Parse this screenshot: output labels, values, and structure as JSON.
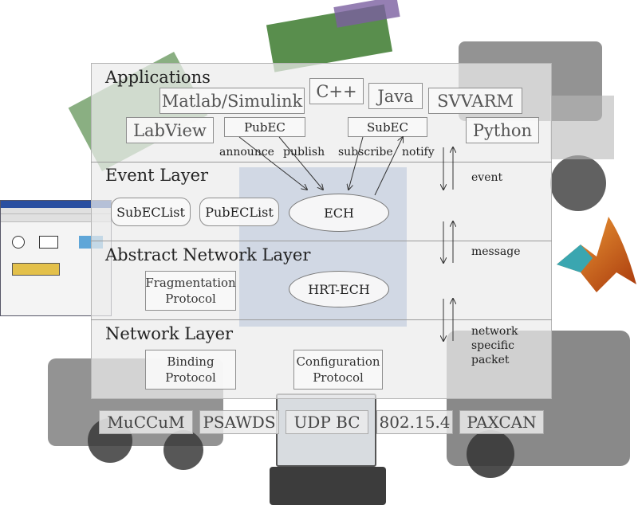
{
  "layers": {
    "applications": "Applications",
    "event": "Event Layer",
    "abstract_network": "Abstract Network Layer",
    "network": "Network Layer"
  },
  "applications": {
    "matlab": "Matlab/Simulink",
    "cpp": "C++",
    "java": "Java",
    "svvarm": "SVVARM",
    "labview": "LabView",
    "pubec": "PubEC",
    "subec": "SubEC",
    "python": "Python"
  },
  "arrow_labels": {
    "announce": "announce",
    "publish": "publish",
    "subscribe": "subscribe",
    "notify": "notify"
  },
  "event_layer": {
    "subeclist": "SubECList",
    "pubeclist": "PubECList",
    "ech": "ECH"
  },
  "abstract_layer": {
    "fragmentation_1": "Fragmentation",
    "fragmentation_2": "Protocol",
    "hrt_ech": "HRT-ECH"
  },
  "network_layer": {
    "binding_1": "Binding",
    "binding_2": "Protocol",
    "config_1": "Configuration",
    "config_2": "Protocol"
  },
  "side_labels": {
    "event": "event",
    "message": "message",
    "network_1": "network",
    "network_2": "specific",
    "network_3": "packet"
  },
  "protocols": [
    "MuCCuM",
    "PSAWDS",
    "UDP BC",
    "802.15.4",
    "PAXCAN"
  ]
}
